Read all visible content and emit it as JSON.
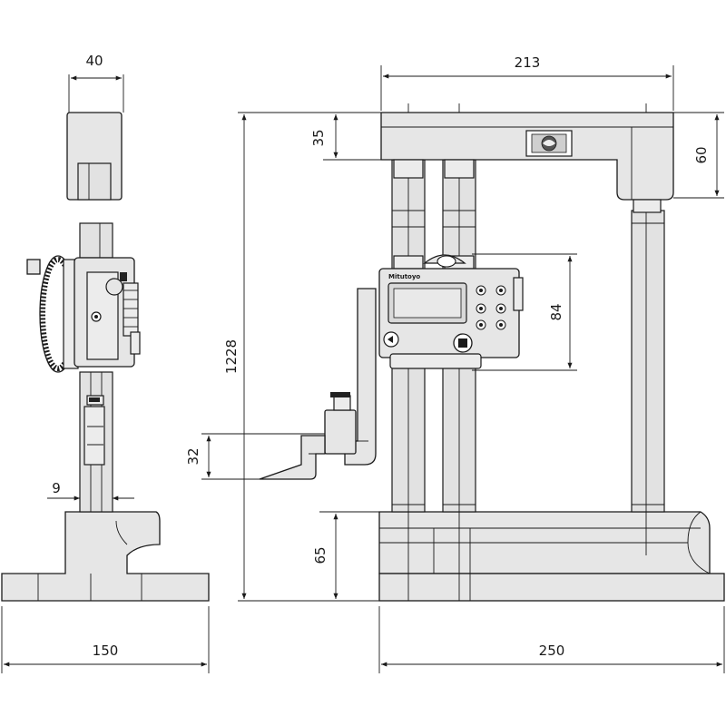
{
  "dimensions": {
    "side_head_width": "40",
    "side_base_width": "150",
    "side_pointer_width": "9",
    "front_width": "213",
    "front_top_depth": "35",
    "front_top_height": "60",
    "total_height": "1228",
    "display_height": "84",
    "scriber_height": "32",
    "base_height": "65",
    "base_width": "250"
  },
  "brand": {
    "name": "Mitutoyo"
  },
  "colors": {
    "line": "#1a1a1a",
    "fill": "#e6e6e6",
    "background": "#ffffff"
  },
  "icons": {
    "logo": "mitutoyo-logo-icon",
    "zero_button": "zero-button-icon",
    "power_button": "power-button-icon"
  }
}
